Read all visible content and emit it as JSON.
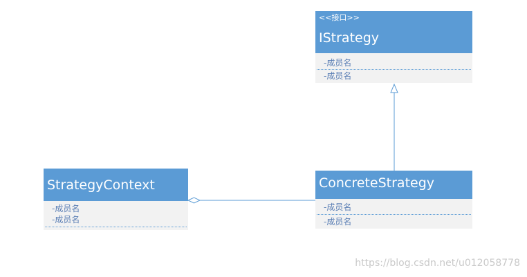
{
  "diagram": {
    "classes": {
      "istrategy": {
        "stereotype": "<<接口>>",
        "name": "IStrategy",
        "members": [
          "-成员名",
          "-成员名"
        ]
      },
      "concrete": {
        "name": "ConcreteStrategy",
        "members": [
          "-成员名",
          "-成员名"
        ]
      },
      "context": {
        "name": "StrategyContext",
        "members": [
          "-成员名",
          "-成员名"
        ]
      }
    },
    "relations": [
      {
        "type": "realization",
        "from": "ConcreteStrategy",
        "to": "IStrategy"
      },
      {
        "type": "aggregation",
        "whole": "StrategyContext",
        "part": "ConcreteStrategy"
      }
    ],
    "colors": {
      "header": "#5b9bd5",
      "body": "#f2f2f2",
      "member_text": "#5b7fb5",
      "line": "#5b9bd5"
    }
  },
  "watermark": "https://blog.csdn.net/u012058778"
}
